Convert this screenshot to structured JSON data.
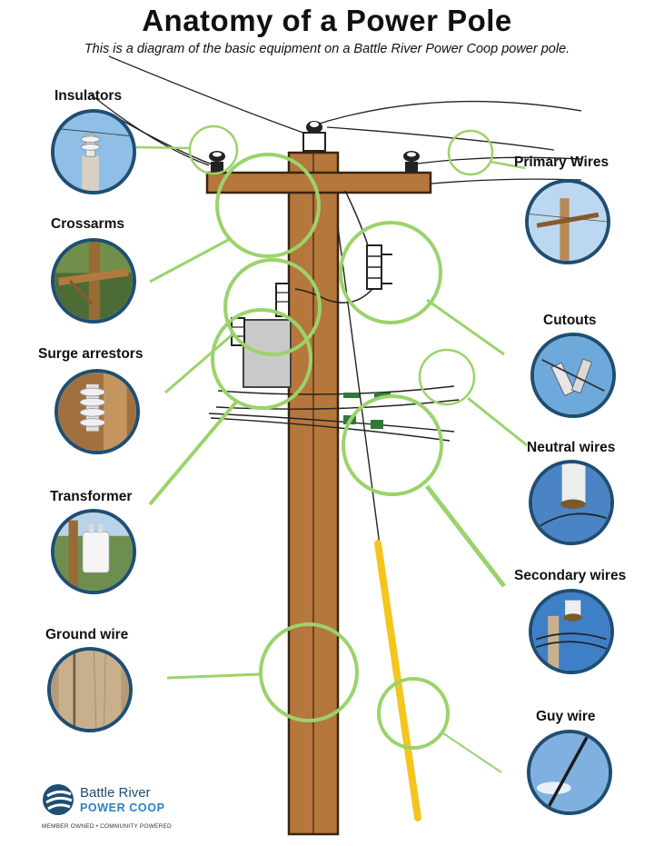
{
  "title": "Anatomy of a Power Pole",
  "subtitle": "This is a diagram of the basic equipment on a Battle River Power Coop power pole.",
  "components_left": [
    {
      "label": "Insulators",
      "icon": "insulator-photo"
    },
    {
      "label": "Crossarms",
      "icon": "crossarm-photo"
    },
    {
      "label": "Surge arrestors",
      "icon": "surge-arrestor-photo"
    },
    {
      "label": "Transformer",
      "icon": "transformer-photo"
    },
    {
      "label": "Ground wire",
      "icon": "ground-wire-photo"
    }
  ],
  "components_right": [
    {
      "label": "Primary Wires",
      "icon": "primary-wires-photo"
    },
    {
      "label": "Cutouts",
      "icon": "cutout-photo"
    },
    {
      "label": "Neutral wires",
      "icon": "neutral-wire-photo"
    },
    {
      "label": "Secondary wires",
      "icon": "secondary-wires-photo"
    },
    {
      "label": "Guy wire",
      "icon": "guy-wire-photo"
    }
  ],
  "logo": {
    "name": "Battle River",
    "coop": "POWER COOP",
    "tagline": "MEMBER OWNED • COMMUNITY POWERED"
  },
  "colors": {
    "pole": "#b5773b",
    "pole_outline": "#3a2512",
    "highlight": "#9bd36b",
    "thumb_border": "#1f4e73",
    "guy_guard": "#f4c51e",
    "transformer": "#c9c9c9"
  }
}
